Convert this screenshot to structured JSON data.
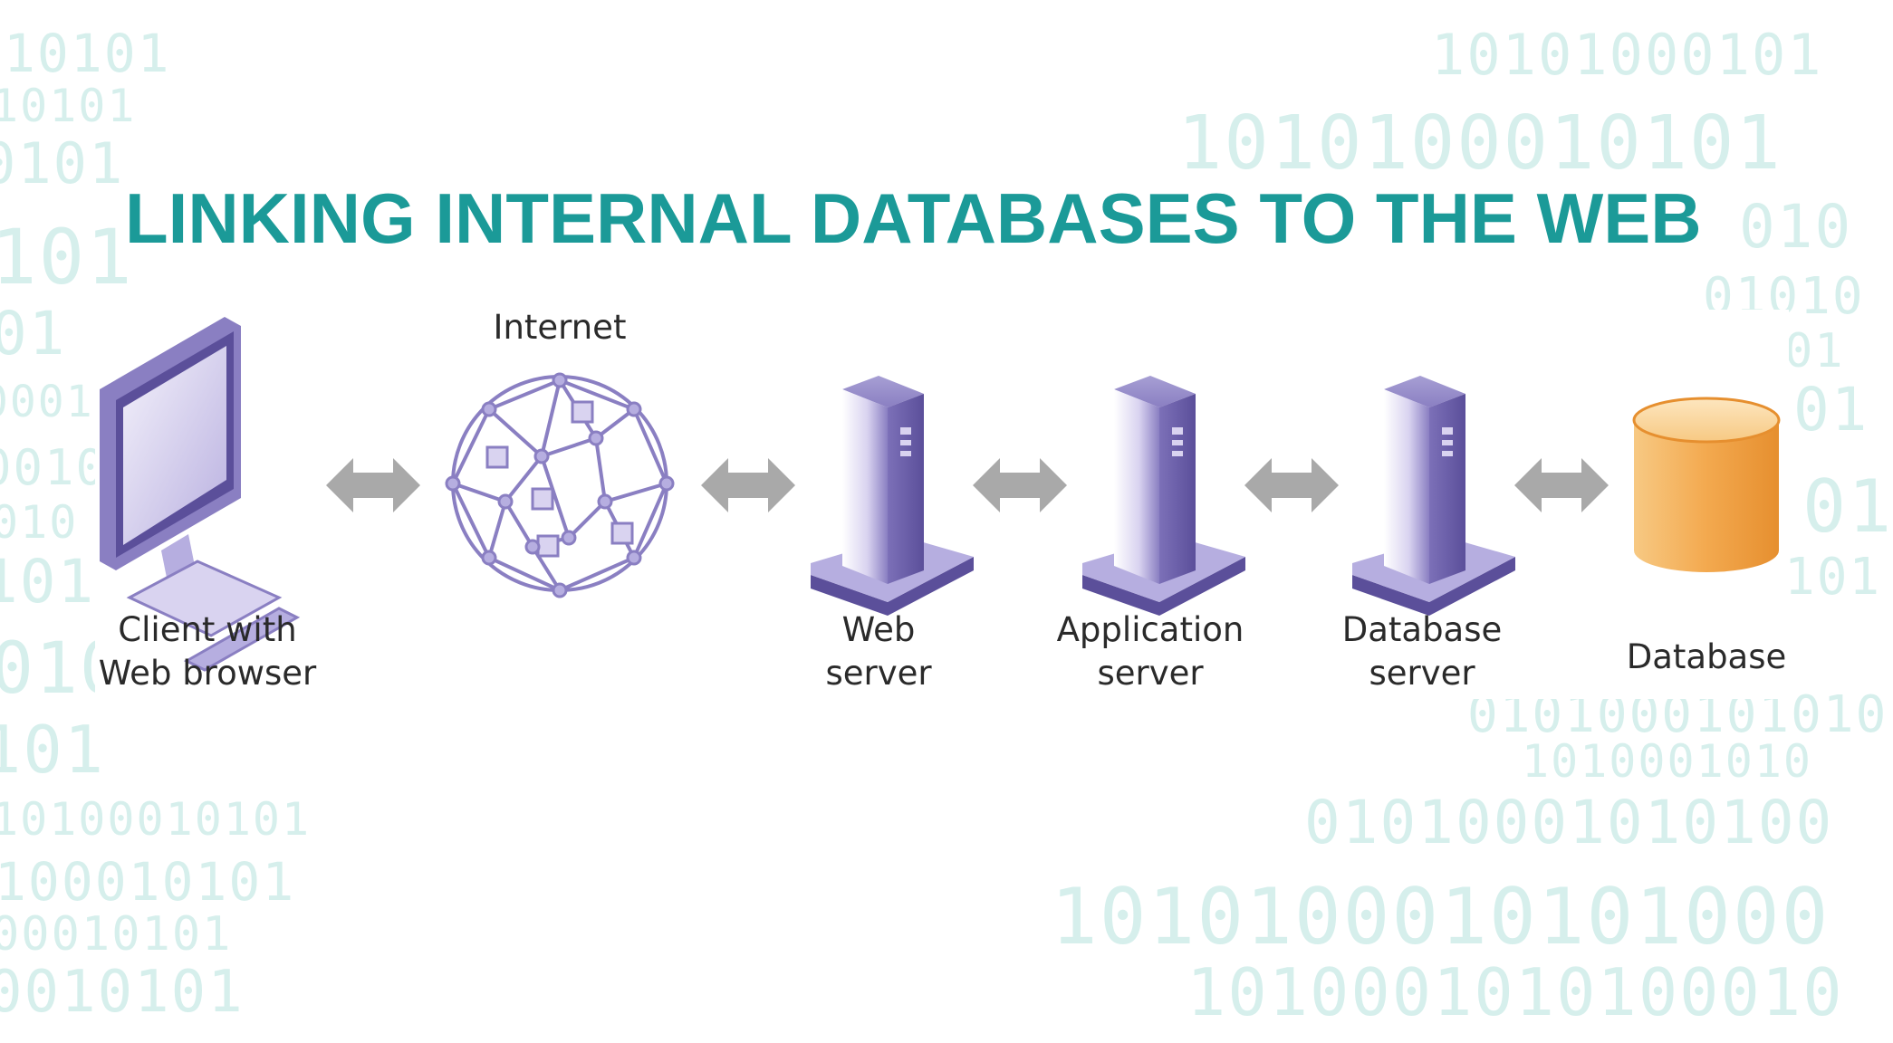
{
  "title": "LINKING INTERNAL DATABASES TO THE WEB",
  "background_binary": [
    "10101",
    "10101",
    "0101",
    "101",
    "01",
    "0001",
    "0010",
    "010",
    "101",
    "0101",
    "101",
    "10100010101",
    "100010101",
    "00010101",
    "0010101",
    "10101000101",
    "1010100010101",
    "010",
    "01010",
    "01",
    "01",
    "01",
    "101",
    "0101000101010",
    "1010001010",
    "01010001010100",
    "1010100010101000",
    "1010001010100010"
  ],
  "diagram": {
    "nodes": [
      {
        "id": "client",
        "label_lines": [
          "Client with",
          "Web browser"
        ],
        "icon": "monitor-icon"
      },
      {
        "id": "internet",
        "label_lines": [
          "Internet"
        ],
        "icon": "globe-network-icon"
      },
      {
        "id": "web-server",
        "label_lines": [
          "Web",
          "server"
        ],
        "icon": "server-tower-icon"
      },
      {
        "id": "app-server",
        "label_lines": [
          "Application",
          "server"
        ],
        "icon": "server-tower-icon"
      },
      {
        "id": "db-server",
        "label_lines": [
          "Database",
          "server"
        ],
        "icon": "server-tower-icon"
      },
      {
        "id": "database",
        "label_lines": [
          "Database"
        ],
        "icon": "database-cylinder-icon"
      }
    ],
    "connector": "double-arrow-icon",
    "colors": {
      "title": "#1b9a98",
      "server": "#8a7fc2",
      "database": "#f2a64a",
      "arrow": "#a9a9a9",
      "binary": "#d6efec"
    }
  }
}
